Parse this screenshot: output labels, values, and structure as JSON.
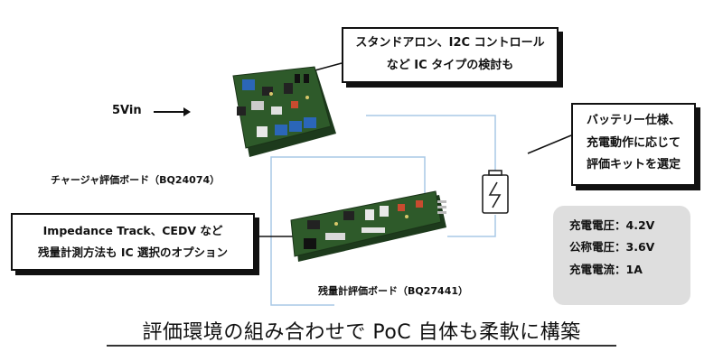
{
  "callouts": {
    "top": {
      "line1": "スタンドアロン、I2C コントロール",
      "line2": "など IC タイプの検討も"
    },
    "right": {
      "line1": "バッテリー仕様、",
      "line2": "充電動作に応じて",
      "line3": "評価キットを選定"
    },
    "left": {
      "line1": "Impedance Track、CEDV など",
      "line2": "残量計測方法も IC 選択のオプション"
    }
  },
  "input_label": "5Vin",
  "charger_board_caption": "チャージャ評価ボード（BQ24074）",
  "gauge_board_caption": "残量計評価ボード（BQ27441）",
  "specs": {
    "voltage": "充電電圧：4.2V",
    "nominal": "公称電圧：3.6V",
    "current": "充電電流：1A"
  },
  "footer_title": "評価環境の組み合わせで PoC 自体も柔軟に構築",
  "colors": {
    "pcb_green": "#2e5a2a",
    "wire_blue": "#a9c8e6",
    "terminal_blue": "#2b66b8",
    "spec_box": "#dedede"
  }
}
